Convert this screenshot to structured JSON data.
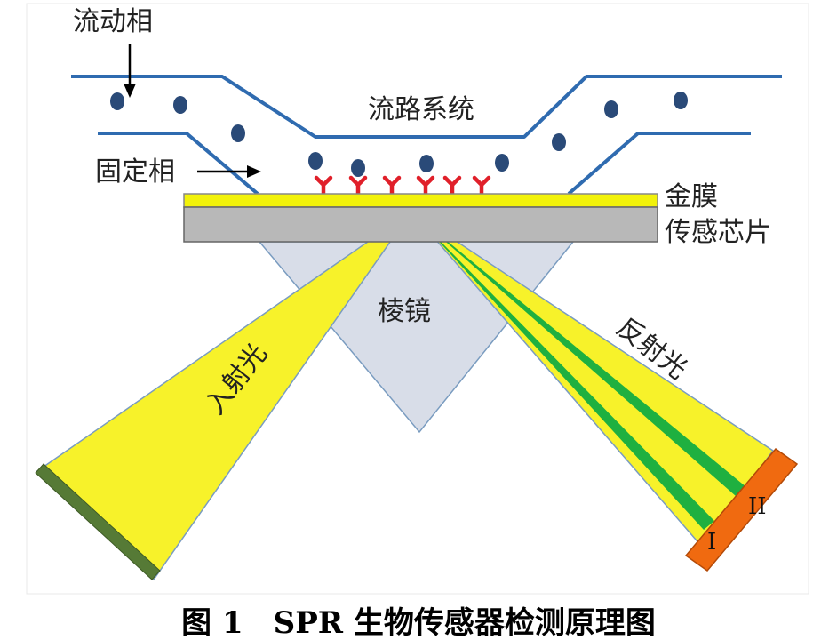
{
  "labels": {
    "mobile_phase": "流动相",
    "flow_system": "流路系统",
    "stationary_phase": "固定相",
    "gold_film": "金膜",
    "sensor_chip": "传感芯片",
    "prism": "棱镜",
    "incident_light": "入射光",
    "reflected_light": "反射光",
    "mark_one": "I",
    "mark_two": "II"
  },
  "caption": "图 1　SPR 生物传感器检测原理图",
  "colors": {
    "flow_walls": "#2f6bb0",
    "particles": "#2a4a78",
    "antibodies": "#e0202a",
    "gold_film": "#f2f20a",
    "sensor_chip": "#b8b8b8",
    "prism": "#d8dde8",
    "light_beam": "#f7f22a",
    "reflection_lines": "#1fb040",
    "light_source": "#567a36",
    "detector": "#f06a10"
  }
}
